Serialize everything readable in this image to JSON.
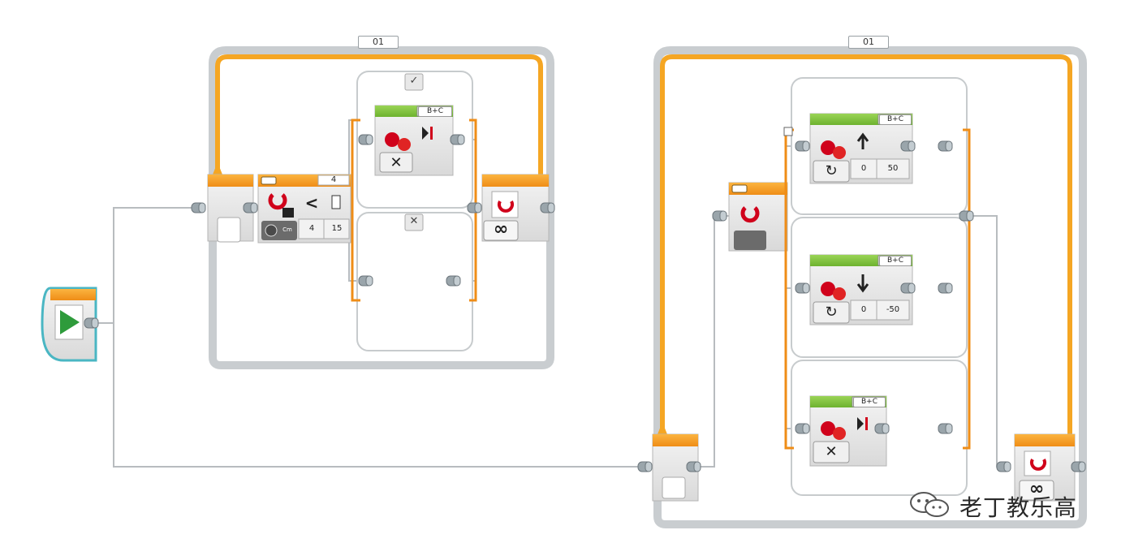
{
  "loops": {
    "loop1": {
      "label": "01"
    },
    "loop2": {
      "label": "01"
    }
  },
  "blocks": {
    "wait_block": {
      "value_top": "4",
      "compare_symbol": "<",
      "threshold": "4",
      "distance": "15",
      "unit_label": "Cm"
    },
    "move_stop_1": {
      "ports": "B+C",
      "mode_icon": "stop-icon"
    },
    "switch1": {
      "true_label": "✓",
      "false_label": "✕"
    },
    "move_tank_fwd": {
      "ports": "B+C",
      "steering": "0",
      "power": "50"
    },
    "move_tank_back": {
      "ports": "B+C",
      "steering": "0",
      "power": "-50"
    },
    "move_stop_2": {
      "ports": "B+C"
    },
    "loop_end_1": {
      "mode": "∞"
    },
    "loop_end_2": {
      "mode": "∞"
    }
  },
  "watermark": {
    "text": "老丁教乐高"
  },
  "colors": {
    "orange": "#f5a623",
    "orange_dark": "#e98a1a",
    "green": "#7ac943",
    "gray_block": "#e6e6e6",
    "wire": "#b8bcbf",
    "red": "#d0021b",
    "start_teal": "#4ab6c3"
  }
}
